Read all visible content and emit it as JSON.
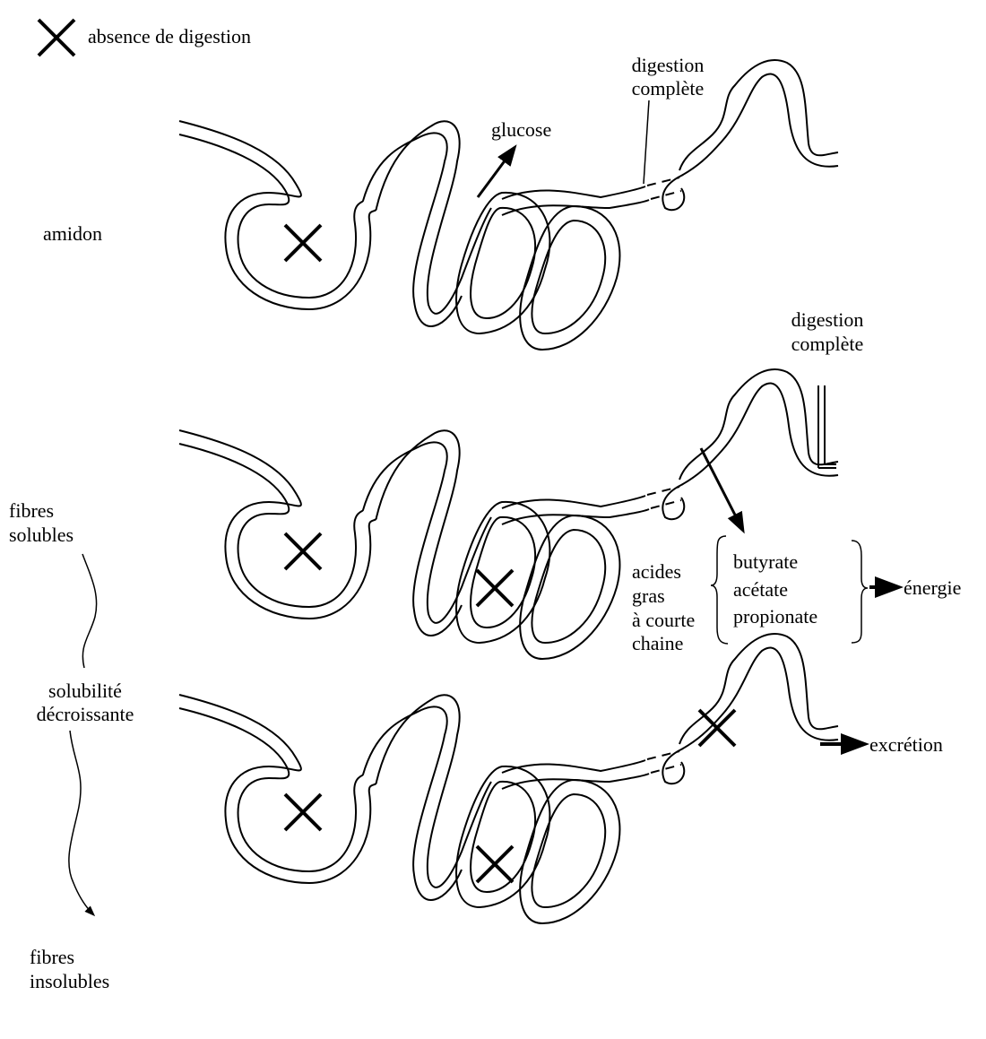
{
  "legend": {
    "label": "absence de digestion",
    "icon": "cross-icon"
  },
  "rows": [
    {
      "title": "amidon",
      "note_top_1": "digestion",
      "note_top_2": "complète",
      "product": "glucose"
    },
    {
      "note_top_1": "digestion",
      "note_top_2": "complète",
      "acids_1": "acides",
      "acids_2": "gras",
      "acids_3": "à courte",
      "acids_4": "chaine",
      "fatty_acids": [
        "butyrate",
        "acétate",
        "propionate"
      ],
      "result": "énergie"
    },
    {
      "result": "excrétion"
    }
  ],
  "scale": {
    "top_1": "fibres",
    "top_2": "solubles",
    "mid_1": "solubilité",
    "mid_2": "décroissante",
    "bottom_1": "fibres",
    "bottom_2": "insolubles"
  },
  "colors": {
    "ink": "#000000",
    "background": "#ffffff"
  }
}
